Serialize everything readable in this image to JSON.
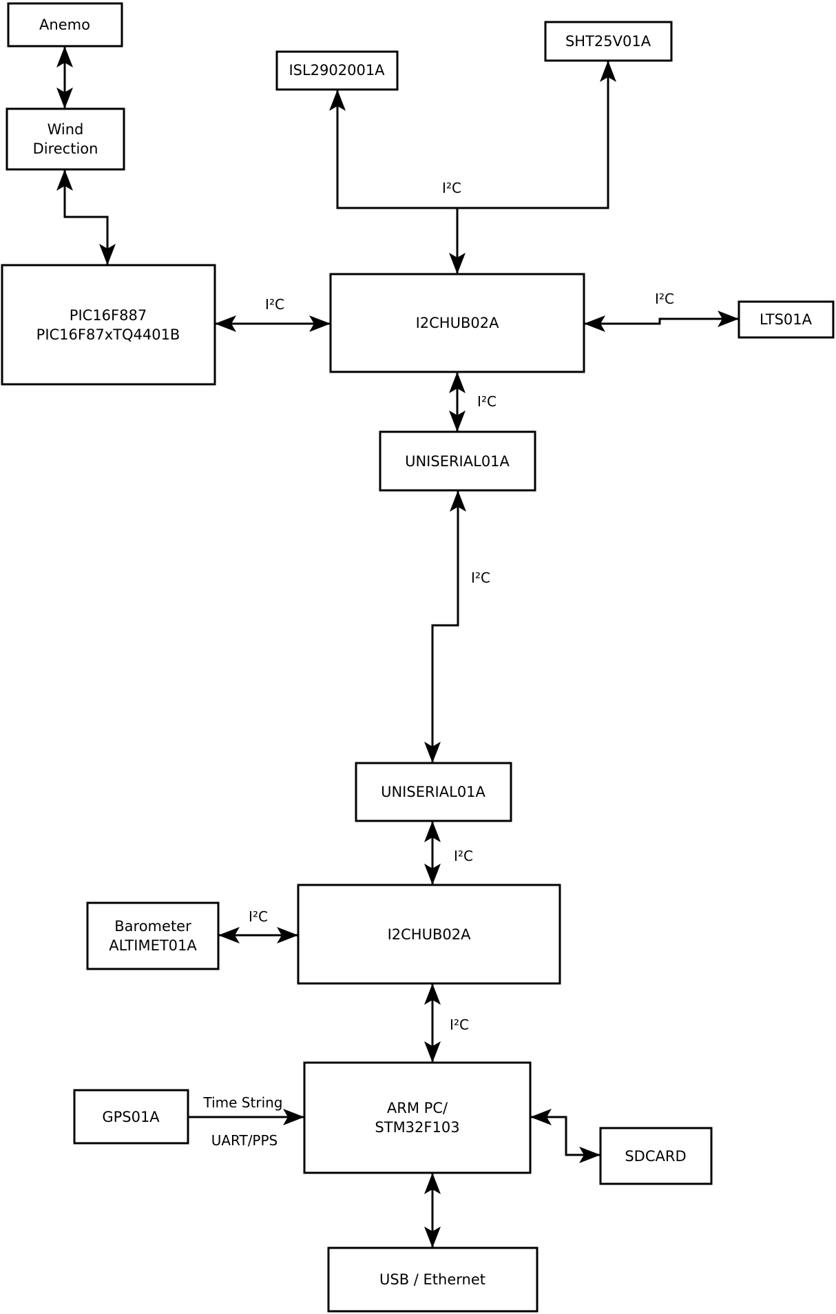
{
  "boxes": {
    "anemo": {
      "label": "Anemo"
    },
    "wind_direction": {
      "label_line1": "Wind",
      "label_line2": "Direction"
    },
    "isl2902001a": {
      "label": "ISL2902001A"
    },
    "sht25v01a": {
      "label": "SHT25V01A"
    },
    "pic": {
      "label_line1": "PIC16F887",
      "label_line2": "PIC16F87xTQ4401B"
    },
    "i2chub_top": {
      "label": "I2CHUB02A"
    },
    "lts01a": {
      "label": "LTS01A"
    },
    "uniserial_top": {
      "label": "UNISERIAL01A"
    },
    "uniserial_bottom": {
      "label": "UNISERIAL01A"
    },
    "i2chub_bottom": {
      "label": "I2CHUB02A"
    },
    "barometer": {
      "label_line1": "Barometer",
      "label_line2": "ALTIMET01A"
    },
    "gps01a": {
      "label": "GPS01A"
    },
    "arm_pc": {
      "label_line1": "ARM PC/",
      "label_line2": "STM32F103"
    },
    "sdcard": {
      "label": "SDCARD"
    },
    "usb_ethernet": {
      "label": "USB / Ethernet"
    }
  },
  "edge_labels": {
    "i2c_sensor_bus": "I²C",
    "i2c_pic_hub": "I²C",
    "i2c_hub_lts": "I²C",
    "i2c_hub_uniserial": "I²C",
    "i2c_uniserial_link": "I²C",
    "i2c_uniserial_hub2": "I²C",
    "i2c_barometer_hub2": "I²C",
    "i2c_hub2_arm": "I²C",
    "gps_time_string": "Time String",
    "gps_uart_pps": "UART/PPS"
  },
  "colors": {
    "line": "#000000",
    "box_border": "#000000",
    "box_fill": "#ffffff",
    "text": "#000000",
    "background": "#ffffff"
  }
}
